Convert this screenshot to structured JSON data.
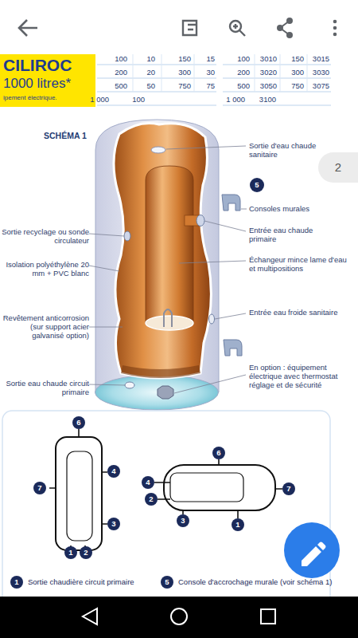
{
  "diagram": {
    "title": "SCHÉMA 1",
    "nodes": [
      {
        "text": [
          "CILIROC",
          "1000 litres*",
          "ipement électrique."
        ]
      },
      {
        "text": [
          "2"
        ]
      }
    ],
    "labels": [
      "100",
      "10",
      "150",
      "15",
      "100",
      "3010",
      "150",
      "3015",
      "200",
      "20",
      "300",
      "30",
      "200",
      "3020",
      "300",
      "3030",
      "500",
      "50",
      "750",
      "75",
      "500",
      "3050",
      "750",
      "3075",
      "1 000",
      "100",
      "1 000",
      "3100",
      "Sortie d'eau chaude sanitaire",
      "5",
      "Consoles murales",
      "Sortie recyclage ou sonde circulateur",
      "Entrée eau chaude primaire",
      "Isolation polyéthylène 20 mm + PVC blanc",
      "Échangeur mince lame d'eau et multipositions",
      "Revêtement anticorrosion (sur support acier galvanisé option)",
      "Entrée eau froide sanitaire",
      "En option : équipement électrique avec thermostat réglage et de sécurité",
      "Sortie eau chaude circuit primaire",
      "6",
      "4",
      "7",
      "3",
      "1",
      "2",
      "6",
      "4",
      "2",
      "7",
      "3",
      "1",
      "1",
      "Sortie chaudière circuit primaire",
      "5",
      "Console d'accrochage murale (voir schéma 1)"
    ]
  }
}
